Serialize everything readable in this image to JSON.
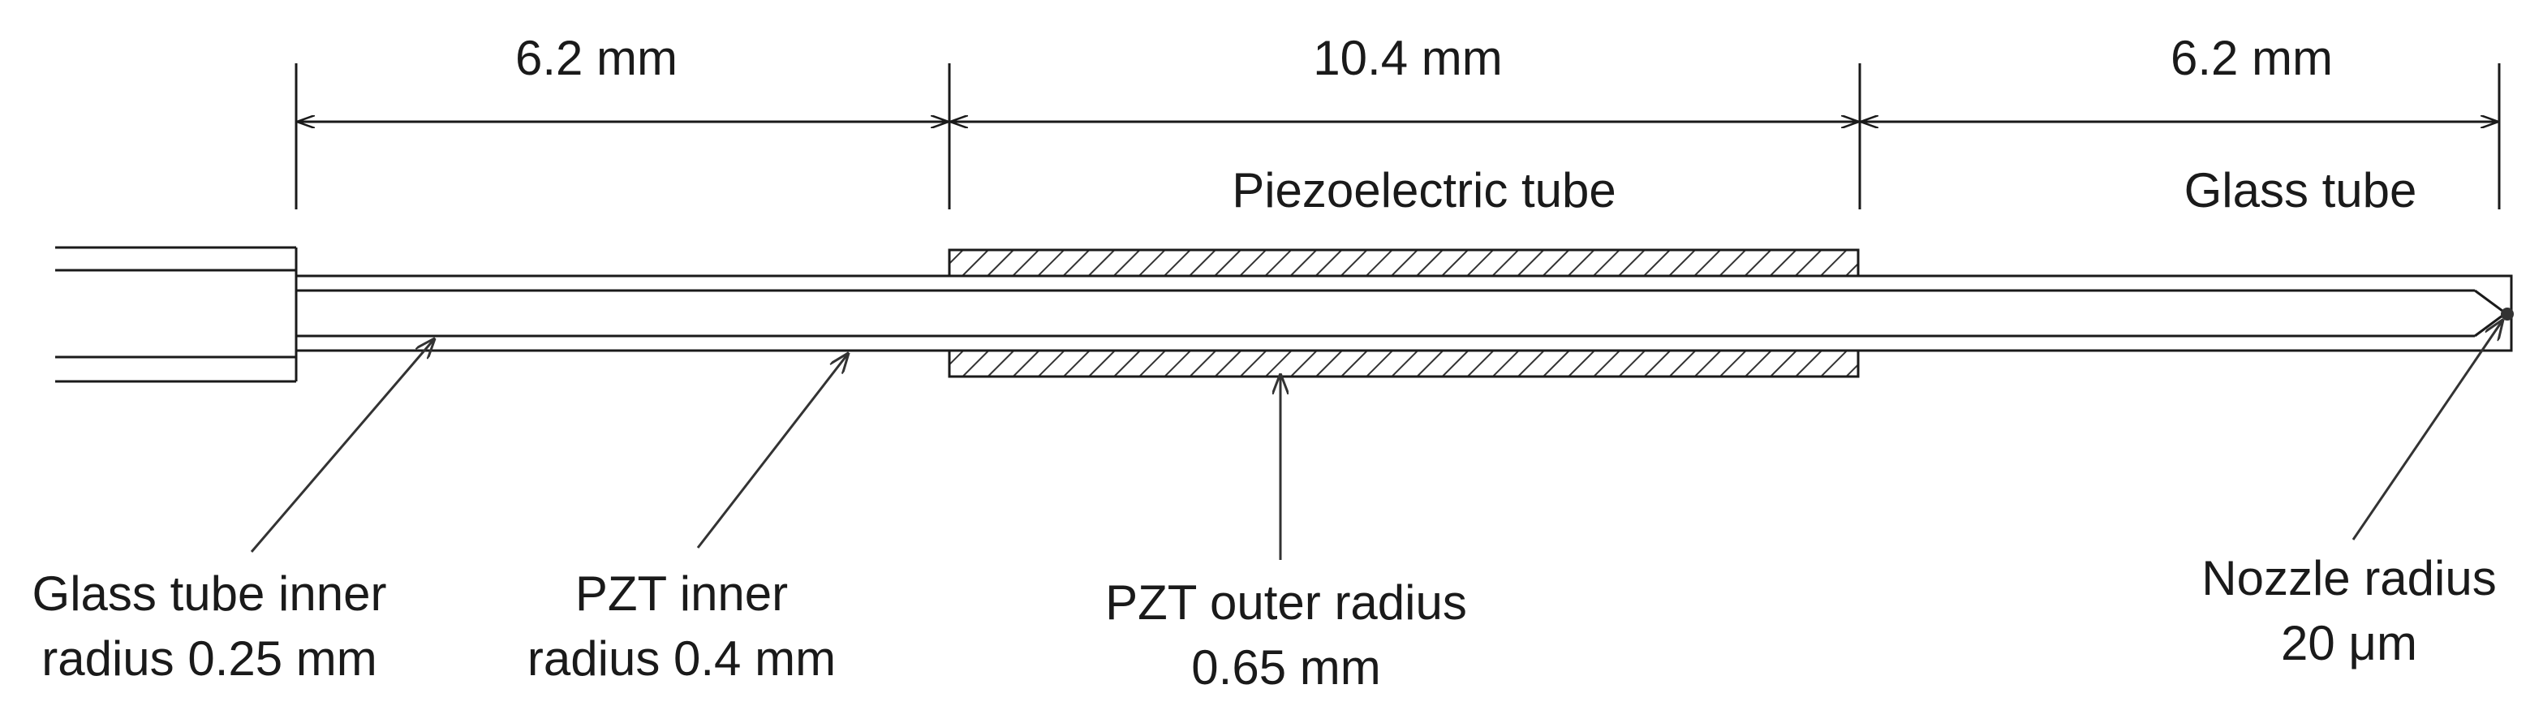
{
  "dimensions": {
    "left": "6.2 mm",
    "middle": "10.4 mm",
    "right": "6.2 mm"
  },
  "section_labels": {
    "piezo": "Piezoelectric tube",
    "glass": "Glass tube"
  },
  "callouts": {
    "glass_inner": {
      "line1": "Glass tube inner",
      "line2": "radius 0.25 mm"
    },
    "pzt_inner": {
      "line1": "PZT inner",
      "line2": "radius 0.4 mm"
    },
    "pzt_outer": {
      "line1": "PZT outer radius",
      "line2": "0.65 mm"
    },
    "nozzle": {
      "line1": "Nozzle radius",
      "line2": "20 μm"
    }
  },
  "colors": {
    "ink": "#1a1a1a",
    "hatch": "#333333"
  }
}
